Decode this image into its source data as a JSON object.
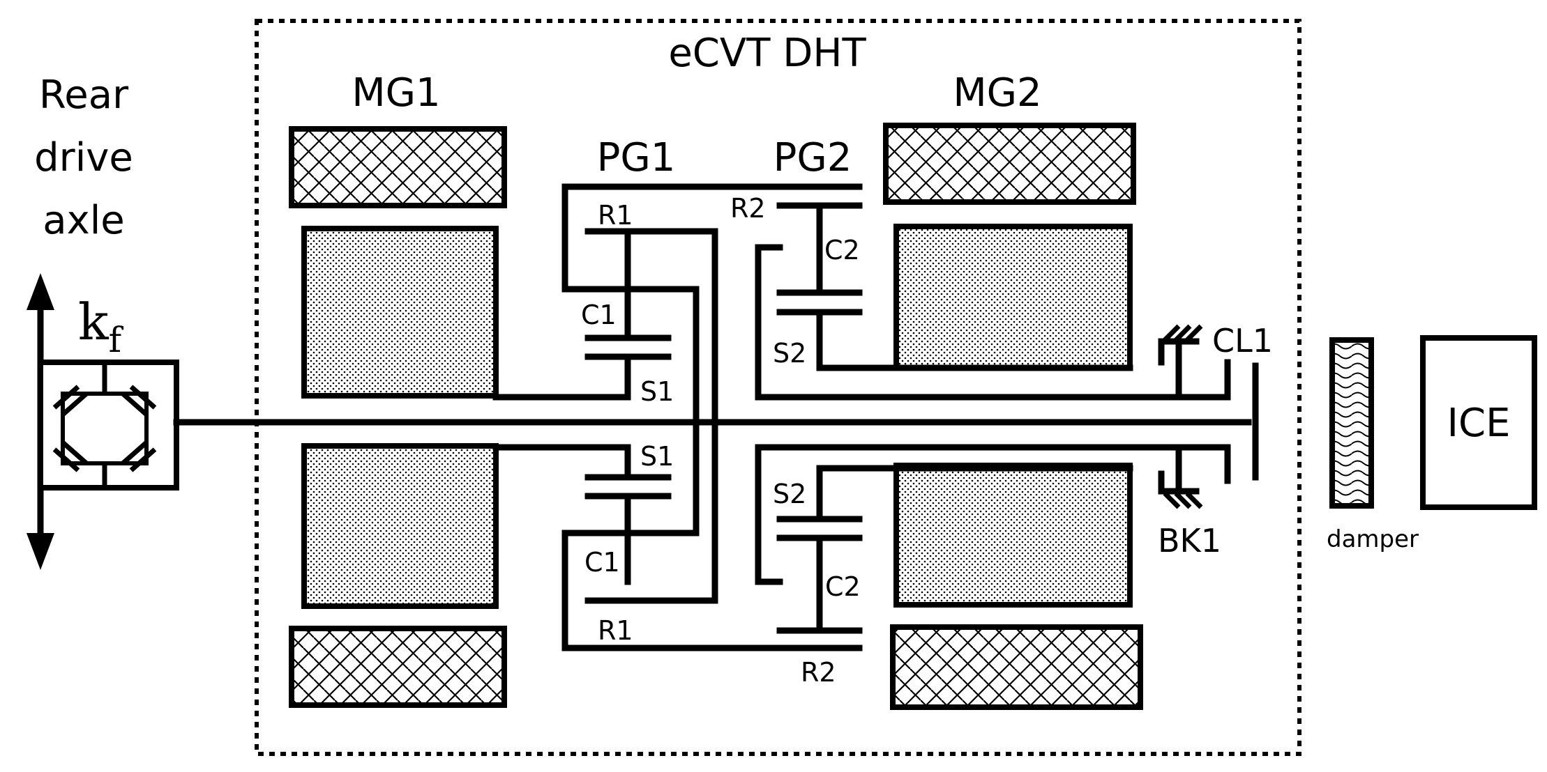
{
  "title": "eCVT DHT",
  "rear_axle": {
    "line1": "Rear",
    "line2": "drive",
    "line3": "axle"
  },
  "kf": {
    "base": "k",
    "sub": "f"
  },
  "labels": {
    "mg1": "MG1",
    "mg2": "MG2",
    "pg1": "PG1",
    "pg2": "PG2",
    "r1": "R1",
    "r2": "R2",
    "c1": "C1",
    "c2": "C2",
    "s1": "S1",
    "s2": "S2",
    "cl1": "CL1",
    "bk1": "BK1",
    "damper": "damper",
    "ice": "ICE"
  },
  "fills": {
    "rotor": "stipple",
    "stator": "crosshatch",
    "damper": "wave"
  },
  "colors": {
    "line": "#000000",
    "background": "#ffffff"
  }
}
